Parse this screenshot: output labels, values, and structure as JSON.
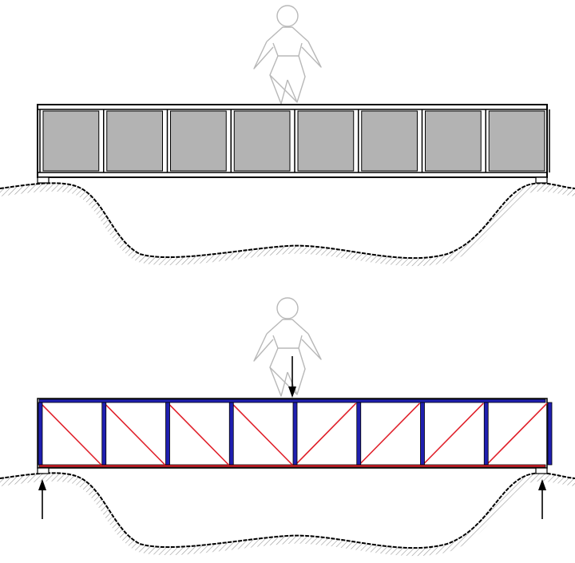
{
  "colors": {
    "background": "#ffffff",
    "outline": "#000000",
    "panel_fill": "#b3b3b3",
    "ground_hatch": "#9a9a9a",
    "figure_stroke": "#b8b8b8",
    "compression_member": "#1f1fb0",
    "tension_member": "#e0202a",
    "load_arrow": "#000000"
  },
  "scenes": [
    {
      "id": "solid-beam",
      "elements": [
        "person-figure",
        "solid-beam",
        "eight-panels",
        "ground-with-gully",
        "two-bearings"
      ]
    },
    {
      "id": "truss",
      "elements": [
        "person-figure",
        "pratt-truss",
        "load-arrow-down",
        "reaction-arrow-left",
        "reaction-arrow-right",
        "ground-with-gully",
        "two-bearings"
      ]
    }
  ],
  "panel_count": 8,
  "icons": {
    "person": "person-icon",
    "load": "arrow-down-icon",
    "reaction": "arrow-up-icon"
  }
}
